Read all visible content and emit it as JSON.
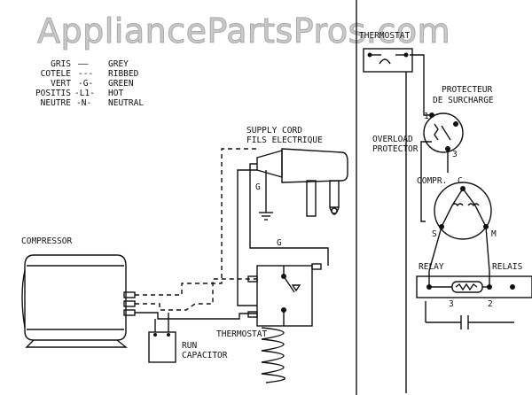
{
  "watermark": "AppliancePartsPros.com",
  "legend": [
    {
      "fr": "GRIS",
      "sym": "——",
      "en": "GREY"
    },
    {
      "fr": "COTELE",
      "sym": "---",
      "en": "RIBBED"
    },
    {
      "fr": "VERT",
      "sym": "-G-",
      "en": "GREEN"
    },
    {
      "fr": "POSITIS",
      "sym": "-L1-",
      "en": "HOT"
    },
    {
      "fr": "NEUTRE",
      "sym": "-N-",
      "en": "NEUTRAL"
    }
  ],
  "labels": {
    "supply_en": "SUPPLY CORD",
    "supply_fr": "FILS ELECTRIQUE",
    "compressor": "COMPRESSOR",
    "run_cap_1": "RUN",
    "run_cap_2": "CAPACITOR",
    "thermostat_bottom": "THERMOSTAT",
    "thermostat_top": "THERMOSTAT",
    "protecteur_1": "PROTECTEUR",
    "protecteur_2": "DE SURCHARGE",
    "overload_1": "OVERLOAD",
    "overload_2": "PROTECTOR",
    "compr": "COMPR.",
    "relay": "RELAY",
    "relais": "RELAIS",
    "g1": "G",
    "g2": "G",
    "c": "C",
    "s": "S",
    "m": "M",
    "p1": "1",
    "p3": "3",
    "r3": "3",
    "r2": "2"
  }
}
